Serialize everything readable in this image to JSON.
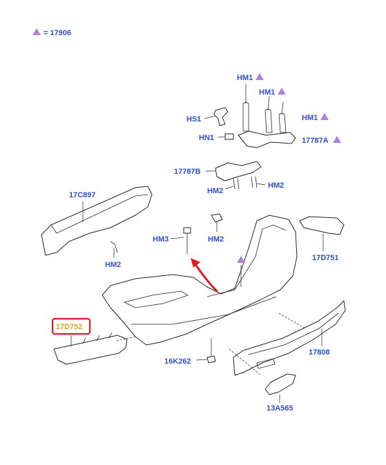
{
  "legend": {
    "symbol": "triangle",
    "text": "= 17906"
  },
  "colors": {
    "label": "#2f4fd0",
    "marker": "#b07fe0",
    "highlight_border": "#e0182a",
    "highlight_text": "#e2a23a",
    "arrow": "#d81f26"
  },
  "labels": {
    "hm1_a": "HM1",
    "hm1_b": "HM1",
    "hm1_c": "HM1",
    "hs1": "HS1",
    "hn1": "HN1",
    "p17787a": "17787A",
    "p17787b": "17787B",
    "hm2_a": "HM2",
    "hm2_b": "HM2",
    "hm2_c": "HM2",
    "hm2_d": "HM2",
    "p17c897": "17C897",
    "hm3": "HM3",
    "p17d751": "17D751",
    "p17d752": "17D752",
    "p17808": "17808",
    "p16k262": "16K262",
    "p13a565": "13A565"
  }
}
